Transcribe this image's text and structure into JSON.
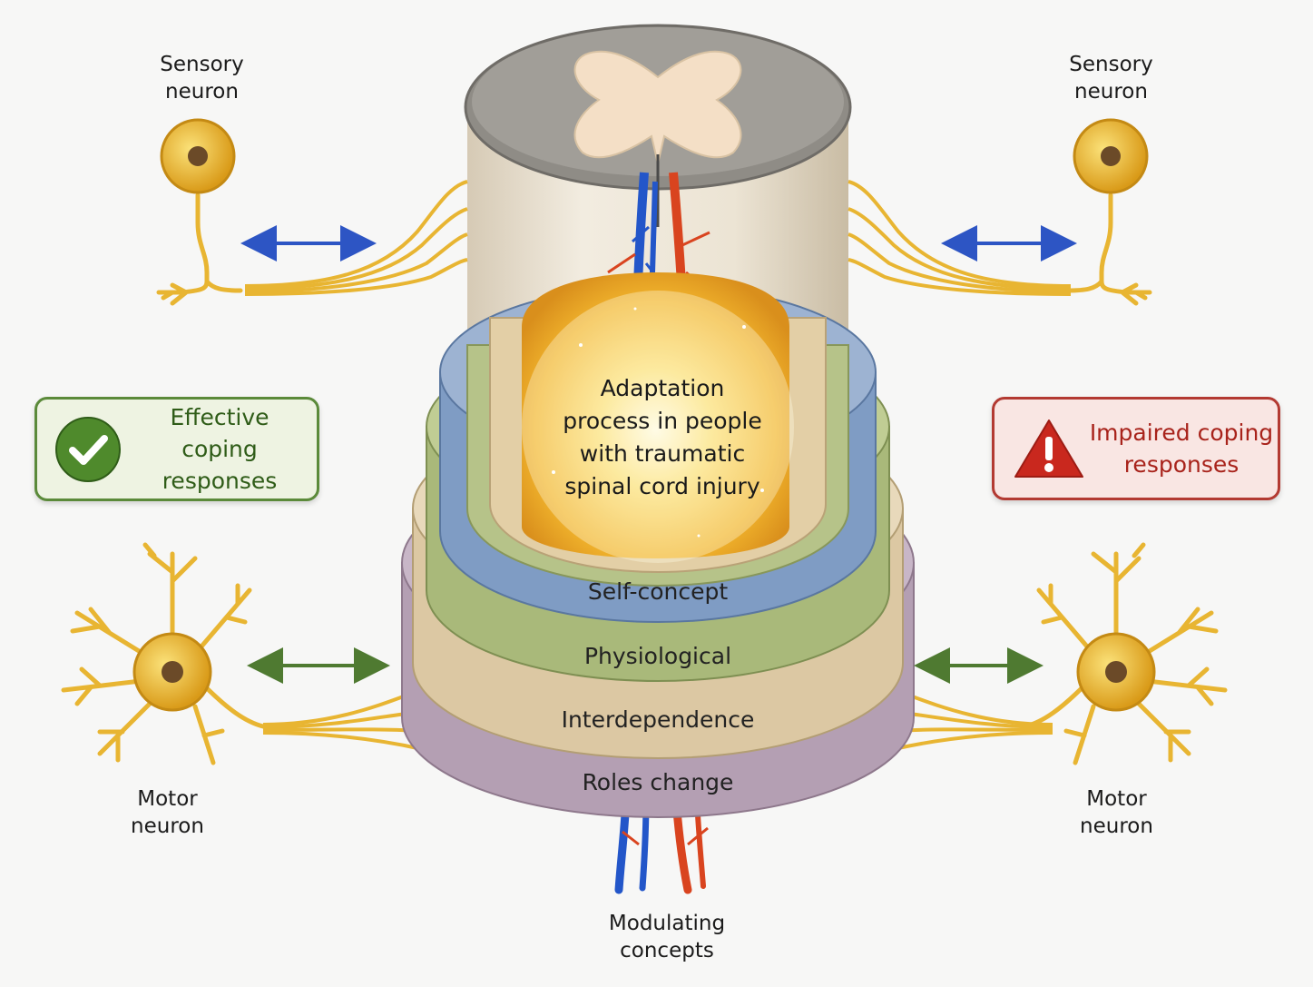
{
  "center": {
    "title_lines": [
      "Adaptation",
      "process in people",
      "with traumatic",
      "spinal cord injury"
    ]
  },
  "rings": [
    {
      "label": "Self-concept",
      "color": "#7f9cc4"
    },
    {
      "label": "Physiological",
      "color": "#a9b97a"
    },
    {
      "label": "Interdependence",
      "color": "#dcc8a3"
    },
    {
      "label": "Roles change",
      "color": "#b49fb3"
    }
  ],
  "neurons": {
    "sensory_left": {
      "label_lines": [
        "Sensory",
        "neuron"
      ]
    },
    "sensory_right": {
      "label_lines": [
        "Sensory",
        "neuron"
      ]
    },
    "motor_left": {
      "label_lines": [
        "Motor",
        "neuron"
      ]
    },
    "motor_right": {
      "label_lines": [
        "Motor",
        "neuron"
      ]
    }
  },
  "callouts": {
    "effective": {
      "lines": [
        "Effective",
        "coping responses"
      ],
      "color": "#5b8a3a"
    },
    "impaired": {
      "lines": [
        "Impaired coping",
        "responses"
      ],
      "color": "#b33a32"
    }
  },
  "bottom": {
    "label_lines": [
      "Modulating",
      "concepts"
    ]
  },
  "colors": {
    "neuron": "#e8b532",
    "artery": "#d9441f",
    "vein": "#2356c9",
    "sensory_arrow": "#2d55c4",
    "motor_arrow": "#4f7a31",
    "glow": "#f6c53f"
  }
}
